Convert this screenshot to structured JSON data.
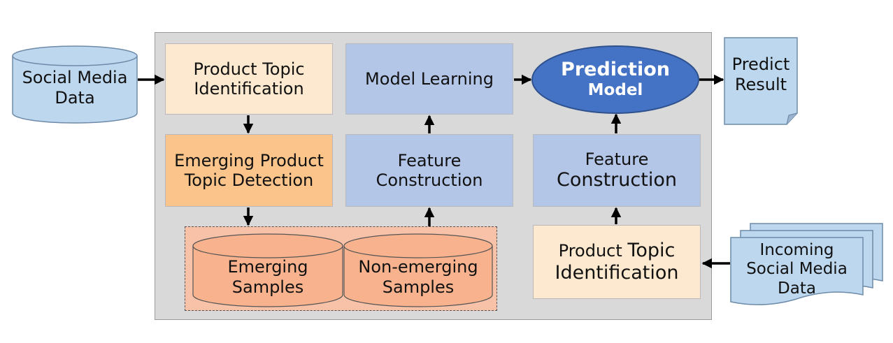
{
  "input": {
    "social_media_line1": "Social Media",
    "social_media_line2": "Data",
    "incoming_line1": "Incoming",
    "incoming_line2": "Social Media",
    "incoming_line3": "Data"
  },
  "training": {
    "topic_id_line1": "Product Topic",
    "topic_id_line2": "Identification",
    "emerging_line1": "Emerging Product",
    "emerging_line2": "Topic Detection",
    "feature_line1": "Feature",
    "feature_line2": "Construction",
    "model_learning": "Model Learning"
  },
  "samples": {
    "emerging_line1": "Emerging",
    "emerging_line2": "Samples",
    "non_emerging_line1": "Non-emerging",
    "non_emerging_line2": "Samples"
  },
  "prediction": {
    "model_line1": "Prediction",
    "model_line2": "Model",
    "feature_line1": "Feature",
    "feature_line2": "Construction",
    "topic_id_line1a": "Product ",
    "topic_id_line1b": "Topic",
    "topic_id_line2": "Identification",
    "result_line1": "Predict",
    "result_line2": "Result"
  },
  "colors": {
    "cream": "#fde9cf",
    "orange": "#fbc48b",
    "blue": "#b4c6e7",
    "cylinder_blue": "#bdd7ee",
    "cylinder_salmon": "#f8b38e",
    "model_fill": "#4472c4",
    "panel": "#d9d9d9"
  }
}
